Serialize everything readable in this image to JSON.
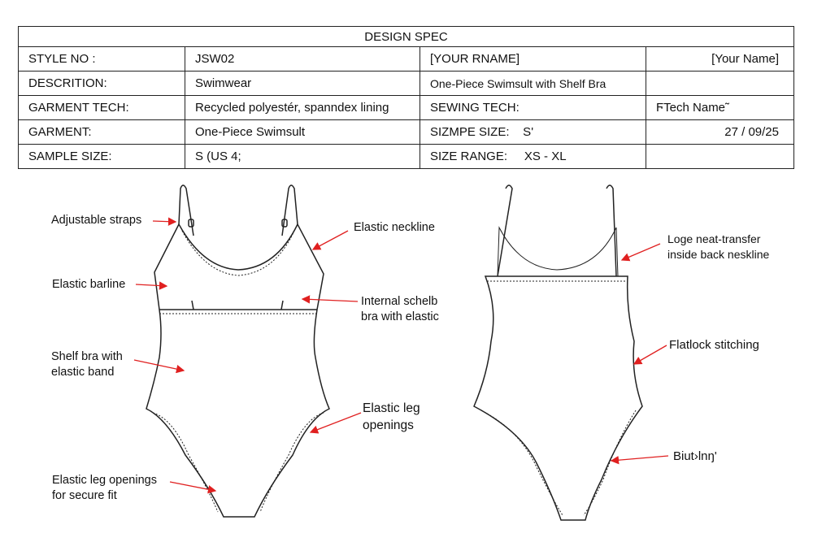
{
  "spec_table": {
    "title": "DESIGN SPEC",
    "rows": [
      [
        "STYLE NO :",
        "JSW02",
        "[YOUR RNAME]",
        "[Your Name]"
      ],
      [
        "DESCRITION:",
        "Swimwear",
        "One-Piece Swimsult with Shelf Bra",
        ""
      ],
      [
        "GARMENT TECH:",
        "Recycled polyestér, spanndex lining",
        "SEWING TECH:",
        "ϜTech Name˜"
      ],
      [
        "GARMENT:",
        "One-Piece Swimsult",
        "SIZMPE SIZE:    S'",
        "27 / 09/25"
      ],
      [
        "SAMPLE SIZE:",
        "S (US 4;",
        "SIZE RANGE:     XS - XL",
        ""
      ]
    ]
  },
  "front_callouts": {
    "adjustable_straps": "Adjustable straps",
    "elastic_neckline": "Elastic neckline",
    "elastic_barline": "Elastic barline",
    "internal_shelf_1": "Internal schelb",
    "internal_shelf_2": "bra with elastic",
    "shelf_bra_1": "Shelf bra with",
    "shelf_bra_2": "elastic band",
    "elastic_leg_1": "Elastic leg",
    "elastic_leg_2": "openings",
    "leg_secure_1": "Elastic leg openings",
    "leg_secure_2": "for secure fit"
  },
  "back_callouts": {
    "logo_1": "Loge neat-transfer",
    "logo_2": "inside back neskline",
    "flatlock": "Flatlock stitching",
    "binding": "Biut›lnŋ'"
  },
  "colors": {
    "arrow": "#e02020",
    "line": "#222222"
  }
}
